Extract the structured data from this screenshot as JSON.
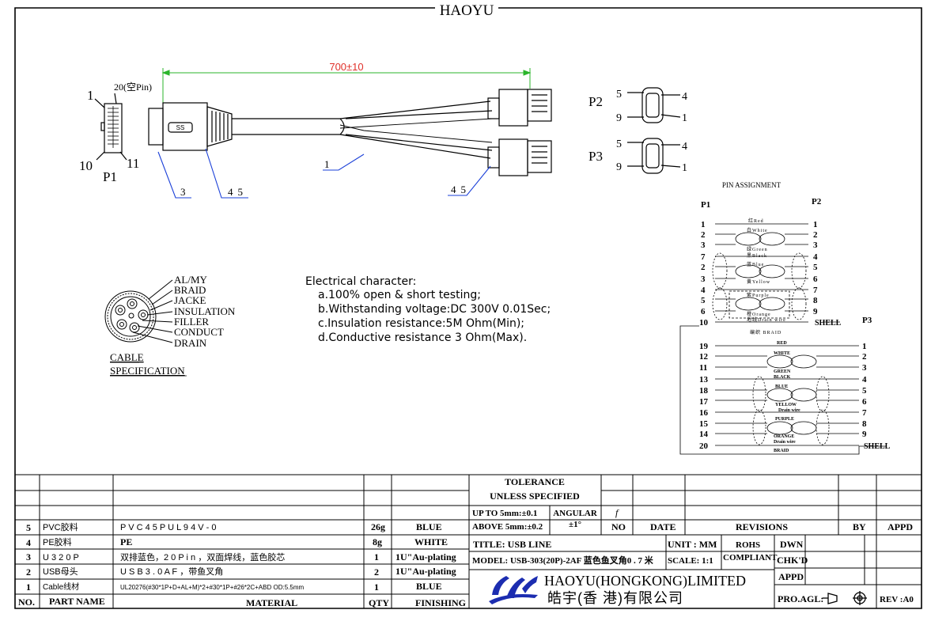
{
  "header": {
    "title": "HAOYU"
  },
  "drawing": {
    "length": "700±10",
    "p1_pin_top": "20(空Pin)",
    "p1_pin1": "1",
    "p1_pin10": "10",
    "p1_pin11": "11",
    "p1_label": "P1",
    "p2_label": "P2",
    "p3_label": "P3",
    "p_pins": [
      "5",
      "4",
      "9",
      "1"
    ],
    "callouts": [
      "3",
      "45",
      "1",
      "45"
    ]
  },
  "cable_spec": {
    "layers": [
      "AL/MY",
      "BRAID",
      "JACKE",
      "INSULATION",
      "FILLER",
      "CONDUCT",
      "DRAIN"
    ],
    "title_line1": "CABLE",
    "title_line2": "SPECIFICATION"
  },
  "electrical": {
    "title": "Electrical character:",
    "items": [
      "a.100% open & short testing;",
      "b.Withstanding voltage:DC 300V 0.01Sec;",
      "c.Insulation resistance:5M Ohm(Min);",
      "d.Conductive resistance 3 Ohm(Max)."
    ]
  },
  "pin_assignment": {
    "title": "PIN ASSIGNMENT",
    "p1": "P1",
    "p2": "P2",
    "p3": "P3",
    "upper_left": [
      "1",
      "2",
      "3",
      "7",
      "2",
      "3",
      "4",
      "5",
      "6",
      "10"
    ],
    "upper_right": [
      "1",
      "2",
      "3",
      "4",
      "5",
      "6",
      "7",
      "8",
      "9"
    ],
    "upper_wires": [
      "红Red",
      "白White",
      "绿Green",
      "黑Black",
      "蓝Blue",
      "黄Yellow",
      "紫Purple",
      "橙Orange",
      "地线Drain wire"
    ],
    "shell_upper": "SHELL",
    "braid_label": "编织 BRAID",
    "lower_left": [
      "19",
      "12",
      "11",
      "13",
      "18",
      "17",
      "16",
      "15",
      "14",
      "20"
    ],
    "lower_right": [
      "1",
      "2",
      "3",
      "4",
      "5",
      "6",
      "7",
      "8",
      "9"
    ],
    "lower_wires": [
      "RED",
      "WHITE",
      "GREEN",
      "BLACK",
      "BLUE",
      "YELLOW",
      "Drain wire",
      "PURPLE",
      "ORANGE",
      "Drain wire",
      "BRAID"
    ],
    "shell_lower": "SHELL"
  },
  "bom": {
    "rows": [
      {
        "no": "5",
        "part": "PVC胶料",
        "material": "P V C   4 5 P   U L 9 4 V - 0",
        "qty": "26g",
        "finish": "BLUE"
      },
      {
        "no": "4",
        "part": "PE胶料",
        "material": "PE",
        "qty": "8g",
        "finish": "WHITE"
      },
      {
        "no": "3",
        "part": "U 3   2 0 P",
        "material": "双排蓝色，2 0 P i n ，双面焊线，蓝色胶芯",
        "qty": "1",
        "finish": "1U\"Au-plating"
      },
      {
        "no": "2",
        "part": "USB母头",
        "material": "U S B   3 . 0   A F ，带鱼叉角",
        "qty": "2",
        "finish": "1U\"Au-plating"
      },
      {
        "no": "1",
        "part": "Cable线材",
        "material": "UL20276(#30*1P+D+AL+M)*2+#30*1P+#26*2C+ABD OD:5.5mm",
        "qty": "1",
        "finish": "BLUE"
      }
    ],
    "headers": {
      "no": "NO.",
      "part": "PART  NAME",
      "material": "MATERIAL",
      "qty": "QTY",
      "finish": "FINISHING"
    }
  },
  "title_block": {
    "tolerance1": "TOLERANCE",
    "tolerance2": "UNLESS   SPECIFIED",
    "upto": "UP TO 5mm:±0.1",
    "above": "ABOVE 5mm:±0.2",
    "angular": "ANGULAR",
    "angular_val": "±1°",
    "f": "f",
    "no": "NO",
    "date": "DATE",
    "revisions": "REVISIONS",
    "by": "BY",
    "appd": "APPD",
    "title": "TITLE: USB LINE",
    "unit": "UNIT : MM",
    "rohs": "ROHS",
    "compliant": "COMPLIANT",
    "dwn": "DWN",
    "chkd": "CHK'D",
    "appd2": "APPD",
    "model": "MODEL: USB-303(20P)-2AF 蓝色鱼叉角0 . 7 米",
    "scale": "SCALE: 1:1",
    "company_en": "HAOYU(HONGKONG)LIMITED",
    "company_cn": "皓宇(香 港)有限公司",
    "pro_agl": "PRO.AGL:",
    "rev": "REV :A0"
  },
  "colors": {
    "accent": "#1a3fd8",
    "dim": "#2bb52b",
    "logo": "#1c2db0"
  }
}
